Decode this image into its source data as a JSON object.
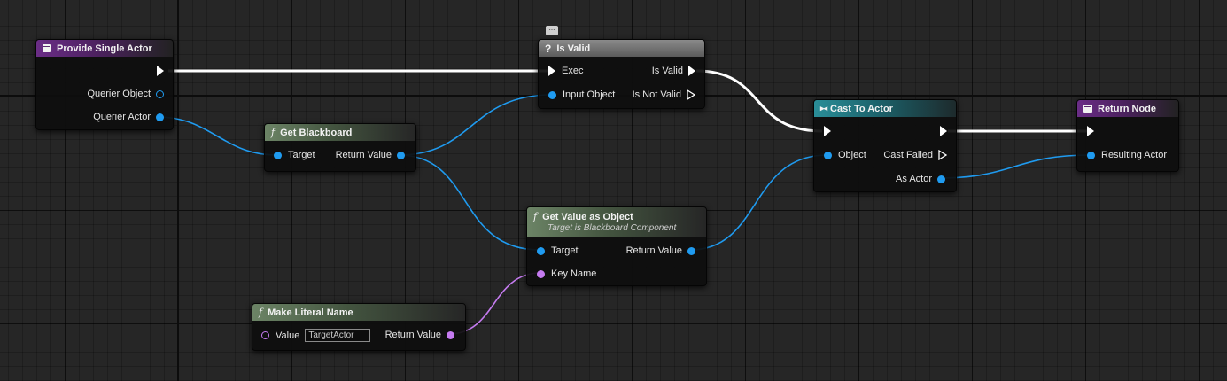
{
  "nodes": {
    "provide_single_actor": {
      "title": "Provide Single Actor",
      "icon": "event-icon",
      "pins": {
        "querier_object": "Querier Object",
        "querier_actor": "Querier Actor"
      }
    },
    "get_blackboard": {
      "title": "Get Blackboard",
      "icon": "function-icon",
      "pins": {
        "target": "Target",
        "return_value": "Return Value"
      }
    },
    "is_valid": {
      "title": "Is Valid",
      "icon": "question-icon",
      "pins": {
        "exec": "Exec",
        "input_object": "Input Object",
        "is_valid": "Is Valid",
        "is_not_valid": "Is Not Valid"
      }
    },
    "get_value_as_object": {
      "title": "Get Value as Object",
      "subtitle": "Target is Blackboard Component",
      "icon": "function-icon",
      "pins": {
        "target": "Target",
        "key_name": "Key Name",
        "return_value": "Return Value"
      }
    },
    "make_literal_name": {
      "title": "Make Literal Name",
      "icon": "function-icon",
      "pins": {
        "value": "Value",
        "value_input": "TargetActor",
        "return_value": "Return Value"
      }
    },
    "cast_to_actor": {
      "title": "Cast To Actor",
      "icon": "cast-icon",
      "pins": {
        "object": "Object",
        "cast_failed": "Cast Failed",
        "as_actor": "As Actor"
      }
    },
    "return_node": {
      "title": "Return Node",
      "icon": "event-icon",
      "pins": {
        "resulting_actor": "Resulting Actor"
      }
    }
  },
  "icons": {
    "function_glyph": "f",
    "question_glyph": "?",
    "cast_glyph": "▸◂"
  },
  "colors": {
    "exec_wire": "#ffffff",
    "object_wire": "#1f9bf0",
    "name_wire": "#c57bf0",
    "header_event": "#6a2d86",
    "header_function": "#6c8466",
    "header_macro": "#8a8a8a",
    "header_cast": "#2a8e98"
  }
}
